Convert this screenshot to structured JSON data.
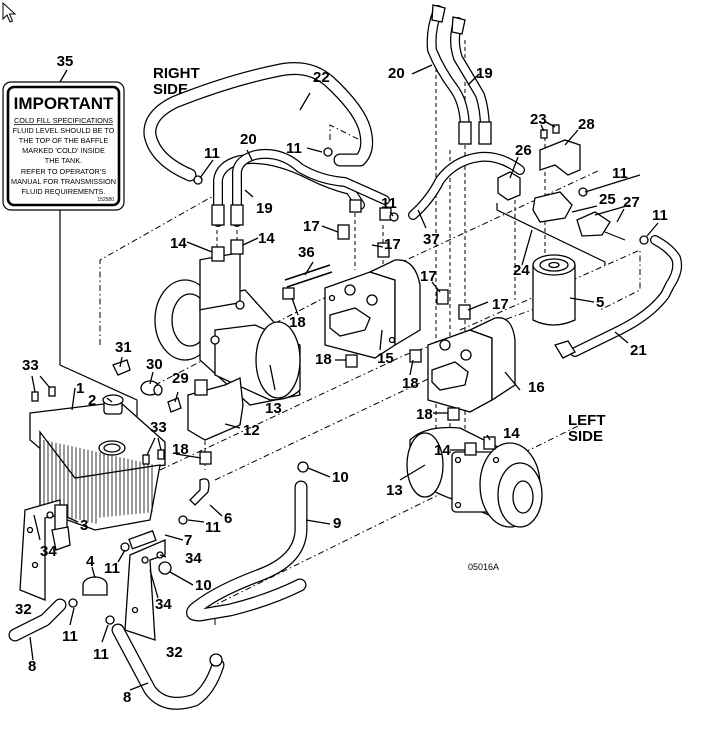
{
  "diagram": {
    "figure_code": "05016A",
    "side_labels": {
      "right": [
        "RIGHT",
        "SIDE"
      ],
      "left": [
        "LEFT",
        "SIDE"
      ]
    },
    "decal": {
      "callout": "35",
      "title": "IMPORTANT",
      "heading": "COLD FILL SPECIFICATIONS",
      "lines": [
        "FLUID LEVEL SHOULD BE TO",
        "THE TOP OF THE BAFFLE",
        "MARKED 'COLD' INSIDE",
        "THE TANK.",
        "REFER TO OPERATOR'S",
        "MANUAL FOR TRANSMISSION",
        "FLUID REQUIREMENTS."
      ],
      "part_code": "152580"
    },
    "callouts": {
      "c1": "1",
      "c2": "2",
      "c3": "3",
      "c4": "4",
      "c5": "5",
      "c6": "6",
      "c7": "7",
      "c8a": "8",
      "c8b": "8",
      "c9": "9",
      "c10a": "10",
      "c10b": "10",
      "c11a": "11",
      "c11b": "11",
      "c11c": "11",
      "c11d": "11",
      "c11e": "11",
      "c11f": "11",
      "c11g": "11",
      "c11h": "11",
      "c11i": "11",
      "c12": "12",
      "c13a": "13",
      "c13b": "13",
      "c14a": "14",
      "c14b": "14",
      "c14c": "14",
      "c14d": "14",
      "c15": "15",
      "c16": "16",
      "c17a": "17",
      "c17b": "17",
      "c17c": "17",
      "c17d": "17",
      "c18a": "18",
      "c18b": "18",
      "c18c": "18",
      "c18d": "18",
      "c18e": "18",
      "c19a": "19",
      "c19b": "19",
      "c20a": "20",
      "c20b": "20",
      "c21": "21",
      "c22": "22",
      "c23": "23",
      "c24": "24",
      "c25": "25",
      "c26": "26",
      "c27": "27",
      "c28": "28",
      "c29": "29",
      "c30": "30",
      "c31": "31",
      "c32a": "32",
      "c32b": "32",
      "c33a": "33",
      "c33b": "33",
      "c34a": "34",
      "c34b": "34",
      "c34c": "34",
      "c36": "36",
      "c37": "37"
    }
  },
  "cursor": {
    "icon": "arrow-pointer-icon"
  }
}
